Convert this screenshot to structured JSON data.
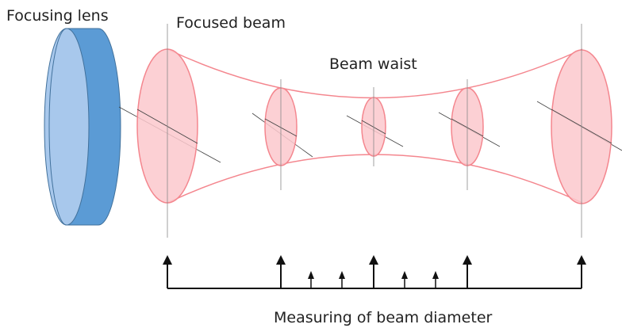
{
  "labels": {
    "focusing_lens": "Focusing lens",
    "focused_beam": "Focused beam",
    "beam_waist": "Beam waist",
    "measuring": "Measuring of beam diameter"
  },
  "colors": {
    "lens_front": "#a8c8ec",
    "lens_side": "#5b9bd5",
    "lens_edge": "#41719c",
    "beam_fill": "#fcc8cc",
    "beam_stroke": "#f4868e",
    "axis_line": "#444444",
    "arrow": "#111111"
  },
  "icons": {
    "measurement_arrow": "up-arrow-icon"
  }
}
